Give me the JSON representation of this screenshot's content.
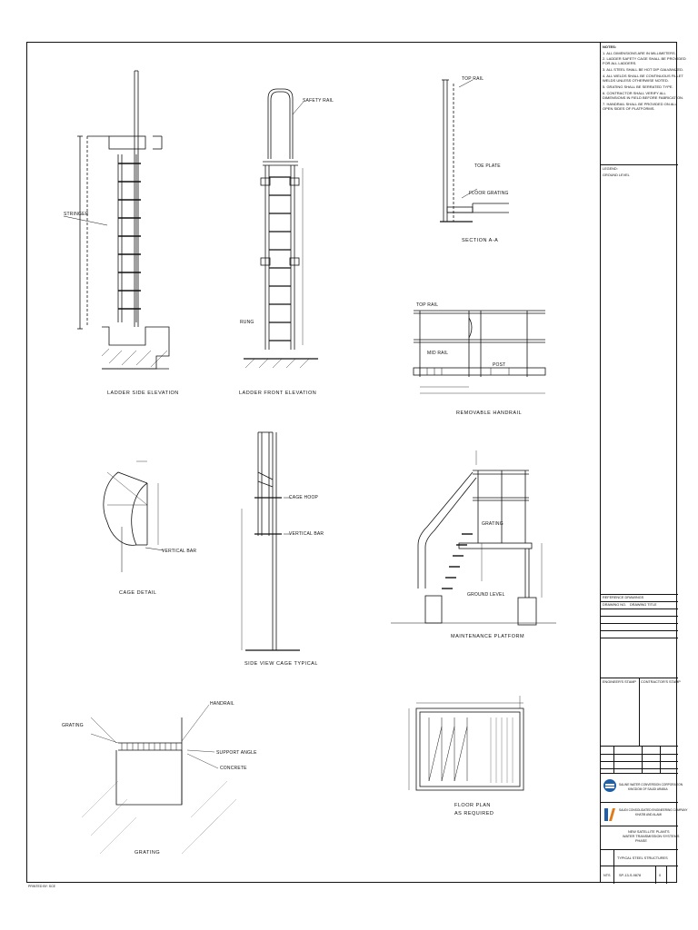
{
  "notes": {
    "heading": "NOTES:",
    "lines": [
      "1. ALL DIMENSIONS ARE IN MILLIMETERS.",
      "2. LADDER SAFETY CAGE SHALL BE PROVIDED",
      "   FOR ALL LADDERS.",
      "3. ALL STEEL SHALL BE HOT DIP GALVANIZED.",
      "4. ALL WELDS SHALL BE CONTINUOUS FILLET",
      "   WELDS UNLESS OTHERWISE NOTED.",
      "5. GRATING SHALL BE SERRATED TYPE.",
      "6. CONTRACTOR SHALL VERIFY ALL",
      "   DIMENSIONS IN FIELD BEFORE FABRICATION.",
      "7. HANDRAIL SHALL BE PROVIDED ON ALL",
      "   OPEN SIDES OF PLATFORMS."
    ]
  },
  "legend": {
    "heading": "LEGEND:",
    "item": "GROUND LEVEL"
  },
  "captions": {
    "ladder_side": "LADDER SIDE ELEVATION",
    "ladder_front": "LADDER FRONT ELEVATION",
    "section": "SECTION A-A",
    "handrail": "REMOVABLE HANDRAIL",
    "cage_detail": "CAGE DETAIL",
    "side_view_cage": "SIDE VIEW CAGE TYPICAL",
    "maintenance_platform": "MAINTENANCE PLATFORM",
    "grating": "GRATING",
    "floor_plan": "FLOOR PLAN",
    "floor_plan_sub": "AS REQUIRED"
  },
  "labels": {
    "safety_rail": "SAFETY RAIL",
    "stringer": "STRINGER",
    "toe_plate": "TOE PLATE",
    "floor_grating": "FLOOR GRATING",
    "rung": "RUNG",
    "post": "POST",
    "top_rail": "TOP RAIL",
    "mid_rail": "MID RAIL",
    "cage_hoop": "CAGE HOOP",
    "vertical_bar": "VERTICAL BAR",
    "ground_level": "GROUND LEVEL",
    "grating_label": "GRATING",
    "handrail": "HANDRAIL",
    "support_angle": "SUPPORT ANGLE",
    "concrete": "CONCRETE"
  },
  "titleblock": {
    "reference_drawings": "REFERENCE DRAWINGS",
    "drawing_no": "DRAWING NO.",
    "drawing_title": "DRAWING TITLE",
    "engineer_stamp": "ENGINEER'S STAMP",
    "contractor_stamp": "CONTRACTOR'S STAMP",
    "client_name": "SALINE WATER CONVERSION CORPORATION",
    "client_country": "KINGDOM OF SAUDI ARABIA",
    "consultant": "SAUDI CONSOLIDATED ENGINEERING COMPANY",
    "consultant_sub": "KHATIB AND ALAMI",
    "project_line1": "NEW SATELLITE PLANTS",
    "project_line2": "WATER TRANSMISSION SYSTEMS",
    "project_line3": "PHASE",
    "sheet_title": "TYPICAL STEEL STRUCTURES",
    "scale_value": "NTS",
    "drawing_number": "SP-13-S-9878",
    "rev": "0"
  },
  "footer": "PRINTED BY: SCE"
}
